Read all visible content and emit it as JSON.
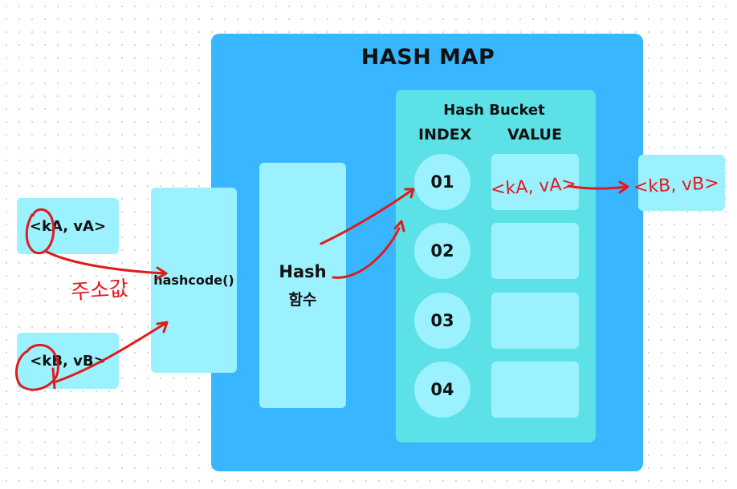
{
  "title": "HASH MAP",
  "inputs": [
    {
      "text": "<kA, vA>"
    },
    {
      "text": "<kB, vB>"
    }
  ],
  "hashcode_label": "hashcode()",
  "hash_function": {
    "line1": "Hash",
    "line2": "함수"
  },
  "bucket": {
    "title": "Hash Bucket",
    "index_header": "INDEX",
    "value_header": "VALUE",
    "rows": [
      {
        "index": "01",
        "value": "<kA, vA>"
      },
      {
        "index": "02",
        "value": ""
      },
      {
        "index": "03",
        "value": ""
      },
      {
        "index": "04",
        "value": ""
      }
    ]
  },
  "chained_entry": "<kB, vB>",
  "annotation": "주소값",
  "colors": {
    "map": "#38b6ff",
    "bucket": "#5ce1e6",
    "card": "#9cf1ff",
    "annotation": "#e01b1b"
  }
}
